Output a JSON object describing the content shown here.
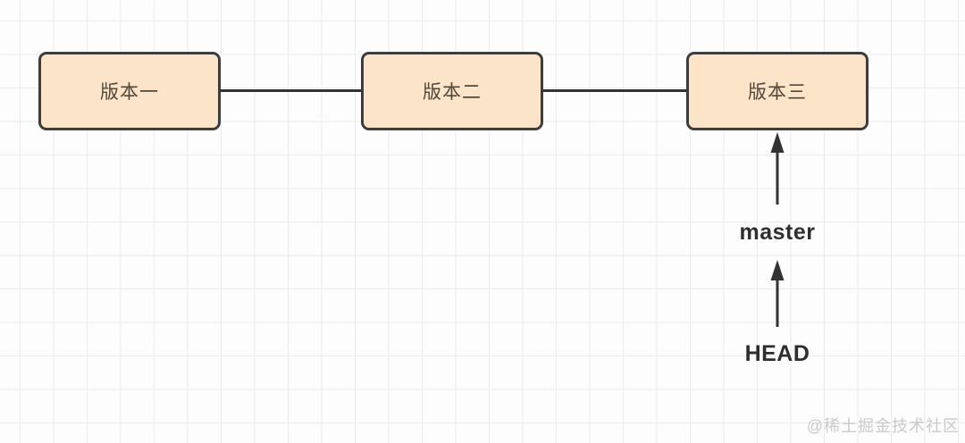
{
  "diagram": {
    "title": "git-version-history-diagram",
    "nodes": [
      {
        "id": "version-1",
        "label": "版本一"
      },
      {
        "id": "version-2",
        "label": "版本二"
      },
      {
        "id": "version-3",
        "label": "版本三"
      }
    ],
    "connections": [
      {
        "from": "version-1",
        "to": "version-2"
      },
      {
        "from": "version-2",
        "to": "version-3"
      }
    ],
    "pointers": [
      {
        "label": "master",
        "points_to": "version-3"
      },
      {
        "label": "HEAD",
        "points_to": "master"
      }
    ],
    "watermark": "@稀土掘金技术社区"
  },
  "colors": {
    "background": "#fdfdfd",
    "grid_line": "#ececec",
    "node_fill": "#fce4c8",
    "node_border": "#3d3d3d",
    "node_text": "#51483c",
    "connector": "#333333",
    "pointer_text": "#2e2e2e",
    "watermark": "#c9c9c9"
  }
}
